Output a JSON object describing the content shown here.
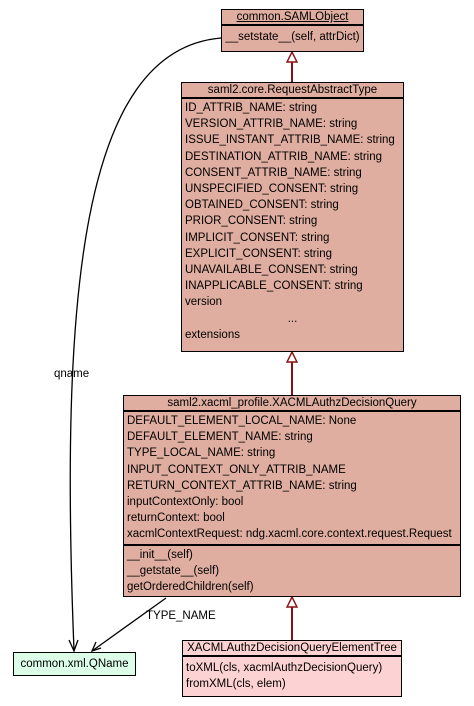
{
  "classes": {
    "saml_object": {
      "title": "common.SAMLObject",
      "methods": [
        "__setstate__(self, attrDict)"
      ]
    },
    "request_abstract": {
      "title": "saml2.core.RequestAbstractType",
      "attributes": [
        "ID_ATTRIB_NAME: string",
        "VERSION_ATTRIB_NAME: string",
        "ISSUE_INSTANT_ATTRIB_NAME: string",
        "DESTINATION_ATTRIB_NAME: string",
        "CONSENT_ATTRIB_NAME: string",
        "UNSPECIFIED_CONSENT: string",
        "OBTAINED_CONSENT: string",
        "PRIOR_CONSENT: string",
        "IMPLICIT_CONSENT: string",
        "EXPLICIT_CONSENT: string",
        "UNAVAILABLE_CONSENT: string",
        "INAPPLICABLE_CONSENT: string",
        "version",
        "...",
        "extensions"
      ]
    },
    "authz_query": {
      "title": "saml2.xacml_profile.XACMLAuthzDecisionQuery",
      "attributes": [
        "DEFAULT_ELEMENT_LOCAL_NAME: None",
        "DEFAULT_ELEMENT_NAME: string",
        "TYPE_LOCAL_NAME: string",
        "INPUT_CONTEXT_ONLY_ATTRIB_NAME",
        "RETURN_CONTEXT_ATTRIB_NAME: string",
        "inputContextOnly: bool",
        "returnContext: bool",
        "xacmlContextRequest: ndg.xacml.core.context.request.Request"
      ],
      "methods": [
        "__init__(self)",
        "__getstate__(self)",
        "getOrderedChildren(self)"
      ]
    },
    "element_tree": {
      "title": "XACMLAuthzDecisionQueryElementTree",
      "methods": [
        "toXML(cls, xacmlAuthzDecisionQuery)",
        "fromXML(cls, elem)"
      ]
    },
    "qname": {
      "title": "common.xml.QName"
    }
  },
  "edge_labels": {
    "qname": "qname",
    "type_name": "TYPE_NAME"
  },
  "colors": {
    "inheritance_line": "#8b1010",
    "class_fill": "#e0aea0",
    "highlight_fill": "#fdd2d2",
    "external_fill": "#dcfde8"
  }
}
